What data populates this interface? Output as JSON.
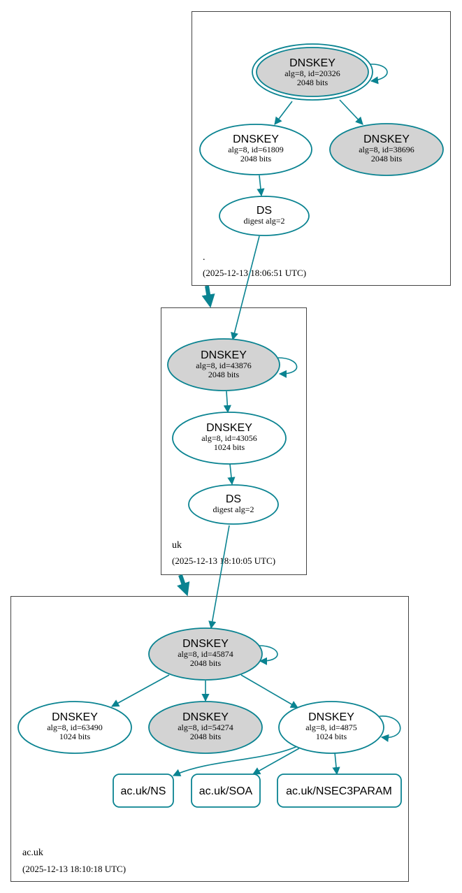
{
  "colors": {
    "edge": "#0a8391",
    "ksk_fill": "#d3d3d3",
    "zsk_fill": "#ffffff",
    "zone_border": "#444444"
  },
  "zones": {
    "root": {
      "name": ".",
      "timestamp": "(2025-12-13 18:06:51 UTC)"
    },
    "uk": {
      "name": "uk",
      "timestamp": "(2025-12-13 18:10:05 UTC)"
    },
    "acuk": {
      "name": "ac.uk",
      "timestamp": "(2025-12-13 18:10:18 UTC)"
    }
  },
  "nodes": {
    "root_ksk": {
      "title": "DNSKEY",
      "line1": "alg=8, id=20326",
      "line2": "2048 bits"
    },
    "root_zsk": {
      "title": "DNSKEY",
      "line1": "alg=8, id=61809",
      "line2": "2048 bits"
    },
    "root_ksk2": {
      "title": "DNSKEY",
      "line1": "alg=8, id=38696",
      "line2": "2048 bits"
    },
    "root_ds": {
      "title": "DS",
      "line1": "digest alg=2"
    },
    "uk_ksk": {
      "title": "DNSKEY",
      "line1": "alg=8, id=43876",
      "line2": "2048 bits"
    },
    "uk_zsk": {
      "title": "DNSKEY",
      "line1": "alg=8, id=43056",
      "line2": "1024 bits"
    },
    "uk_ds": {
      "title": "DS",
      "line1": "digest alg=2"
    },
    "ac_ksk": {
      "title": "DNSKEY",
      "line1": "alg=8, id=45874",
      "line2": "2048 bits"
    },
    "ac_zsk1": {
      "title": "DNSKEY",
      "line1": "alg=8, id=63490",
      "line2": "1024 bits"
    },
    "ac_ksk2": {
      "title": "DNSKEY",
      "line1": "alg=8, id=54274",
      "line2": "2048 bits"
    },
    "ac_zsk2": {
      "title": "DNSKEY",
      "line1": "alg=8, id=4875",
      "line2": "1024 bits"
    },
    "rr_ns": {
      "label": "ac.uk/NS"
    },
    "rr_soa": {
      "label": "ac.uk/SOA"
    },
    "rr_nsec3param": {
      "label": "ac.uk/NSEC3PARAM"
    }
  }
}
